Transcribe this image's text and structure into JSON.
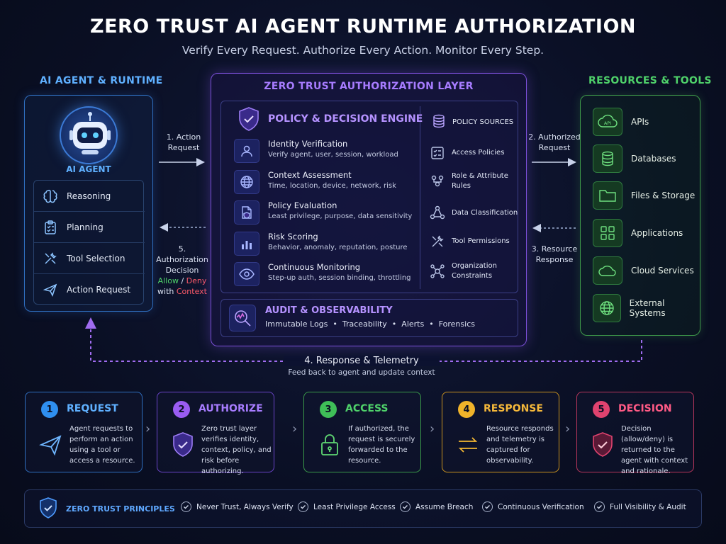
{
  "title": "ZERO TRUST AI AGENT RUNTIME AUTHORIZATION",
  "subtitle": "Verify Every Request. Authorize Every Action. Monitor Every Step.",
  "agent": {
    "heading": "AI AGENT & RUNTIME",
    "label": "AI AGENT",
    "items": [
      {
        "label": "Reasoning",
        "icon": "brain-icon"
      },
      {
        "label": "Planning",
        "icon": "clipboard-icon"
      },
      {
        "label": "Tool Selection",
        "icon": "tools-icon"
      },
      {
        "label": "Action Request",
        "icon": "paper-plane-icon"
      }
    ]
  },
  "zt": {
    "heading": "ZERO TRUST AUTHORIZATION LAYER",
    "engine_title": "POLICY & DECISION ENGINE",
    "engine_items": [
      {
        "title": "Identity Verification",
        "desc": "Verify agent, user, session, workload",
        "icon": "user-icon"
      },
      {
        "title": "Context Assessment",
        "desc": "Time, location, device, network, risk",
        "icon": "globe-icon"
      },
      {
        "title": "Policy Evaluation",
        "desc": "Least privilege, purpose, data sensitivity",
        "icon": "policy-doc-icon"
      },
      {
        "title": "Risk Scoring",
        "desc": "Behavior, anomaly, reputation, posture",
        "icon": "bar-chart-icon"
      },
      {
        "title": "Continuous Monitoring",
        "desc": "Step-up auth, session binding, throttling",
        "icon": "eye-icon"
      }
    ],
    "sources_title": "POLICY SOURCES",
    "sources": [
      {
        "label": "Access Policies",
        "icon": "checklist-icon"
      },
      {
        "label": "Role & Attribute Rules",
        "icon": "users-icon"
      },
      {
        "label": "Data Classification",
        "icon": "network-icon"
      },
      {
        "label": "Tool Permissions",
        "icon": "wrench-icon"
      },
      {
        "label": "Organization Constraints",
        "icon": "org-icon"
      }
    ],
    "audit_title": "AUDIT & OBSERVABILITY",
    "audit_items": [
      "Immutable Logs",
      "Traceability",
      "Alerts",
      "Forensics"
    ]
  },
  "resources": {
    "heading": "RESOURCES & TOOLS",
    "items": [
      {
        "label": "APIs",
        "icon": "api-cloud-icon",
        "icon_text": "API"
      },
      {
        "label": "Databases",
        "icon": "database-icon"
      },
      {
        "label": "Files & Storage",
        "icon": "folder-icon"
      },
      {
        "label": "Applications",
        "icon": "grid-icon"
      },
      {
        "label": "Cloud Services",
        "icon": "cloud-icon"
      },
      {
        "label": "External Systems",
        "icon": "globe-icon"
      }
    ]
  },
  "flows": {
    "f1_line1": "1. Action",
    "f1_line2": "Request",
    "f2_line1": "2. Authorized",
    "f2_line2": "Request",
    "f3_line1": "3. Resource",
    "f3_line2": "Response",
    "f5_line1": "5. Authorization",
    "f5_line2": "Decision",
    "f5_allow": "Allow",
    "f5_sep": " / ",
    "f5_deny": "Deny",
    "f5_with": "with ",
    "f5_context": "Context",
    "f4_title": "4. Response & Telemetry",
    "f4_sub": "Feed back to agent and update context"
  },
  "steps": [
    {
      "num": "1",
      "name": "REQUEST",
      "desc": "Agent requests to perform an action using a tool or access a resource.",
      "color": "#2f8ff0",
      "icon": "paper-plane-icon"
    },
    {
      "num": "2",
      "name": "AUTHORIZE",
      "desc": "Zero trust layer verifies identity, context, policy, and risk before authorizing.",
      "color": "#9a5cf2",
      "icon": "shield-check-icon"
    },
    {
      "num": "3",
      "name": "ACCESS",
      "desc": "If authorized, the request is securely forwarded to the resource.",
      "color": "#3fbf58",
      "icon": "lock-icon"
    },
    {
      "num": "4",
      "name": "RESPONSE",
      "desc": "Resource responds and telemetry is captured for observability.",
      "color": "#f0b32a",
      "icon": "swap-arrows-icon"
    },
    {
      "num": "5",
      "name": "DECISION",
      "desc": "Decision (allow/deny) is returned to the agent with context and rationale.",
      "color": "#e0436f",
      "icon": "shield-check-icon"
    }
  ],
  "principles": {
    "title": "ZERO TRUST PRINCIPLES",
    "items": [
      "Never Trust, Always Verify",
      "Least Privilege Access",
      "Assume Breach",
      "Continuous Verification",
      "Full Visibility & Audit"
    ]
  },
  "colors": {
    "agent_blue": "#5fb0ff",
    "zt_purple": "#a77cff",
    "resource_green": "#4fd16a",
    "allow_green": "#4fd16a",
    "deny_red": "#ff5a6a"
  }
}
